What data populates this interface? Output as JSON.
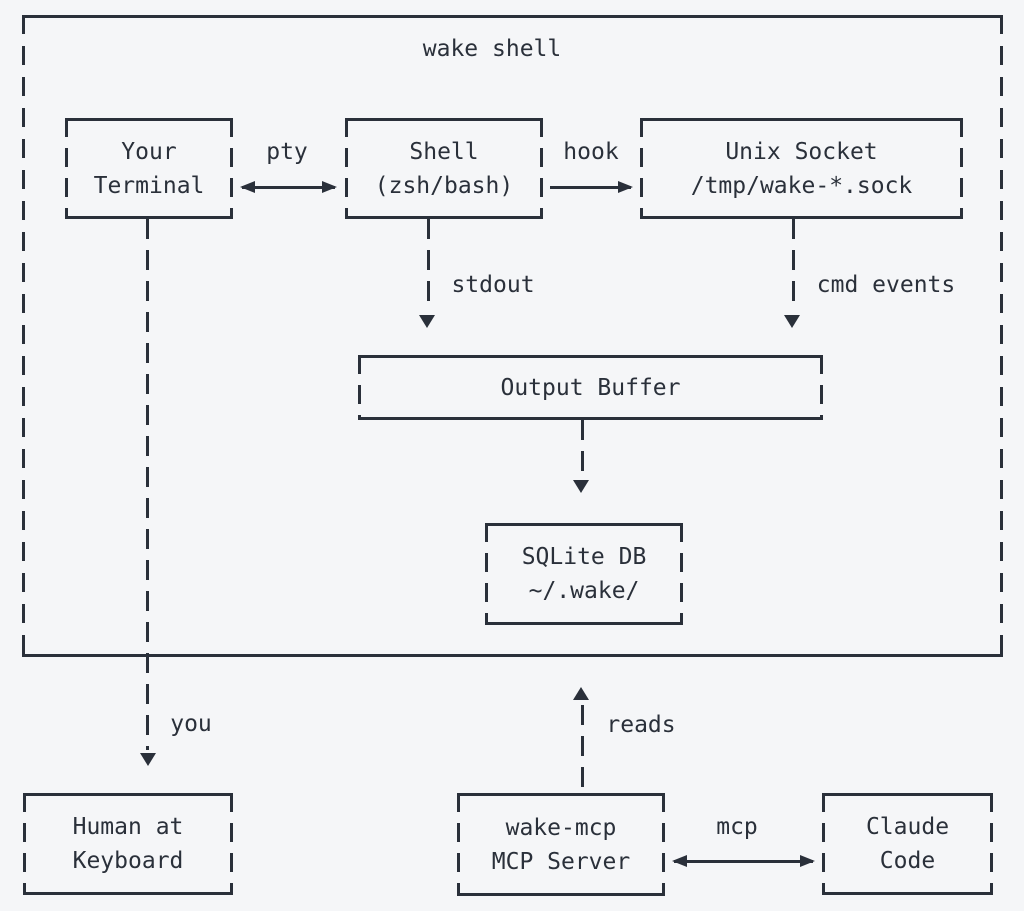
{
  "colors": {
    "background": "#f5f6f8",
    "ink": "#2a303a"
  },
  "container": {
    "title": "wake shell"
  },
  "nodes": [
    {
      "id": "your-terminal",
      "lines": [
        "Your",
        "Terminal"
      ]
    },
    {
      "id": "shell",
      "lines": [
        "Shell",
        "(zsh/bash)"
      ]
    },
    {
      "id": "unix-socket",
      "lines": [
        "Unix Socket",
        "/tmp/wake-*.sock"
      ]
    },
    {
      "id": "output-buffer",
      "lines": [
        "Output Buffer"
      ]
    },
    {
      "id": "sqlite-db",
      "lines": [
        "SQLite DB",
        "~/.wake/"
      ]
    },
    {
      "id": "human-keyboard",
      "lines": [
        "Human at",
        "Keyboard"
      ]
    },
    {
      "id": "wake-mcp",
      "lines": [
        "wake-mcp",
        "MCP Server"
      ]
    },
    {
      "id": "claude-code",
      "lines": [
        "Claude",
        "Code"
      ]
    }
  ],
  "edge_labels": {
    "pty": "pty",
    "hook": "hook",
    "stdout": "stdout",
    "cmd_events": "cmd events",
    "you": "you",
    "reads": "reads",
    "mcp": "mcp"
  }
}
